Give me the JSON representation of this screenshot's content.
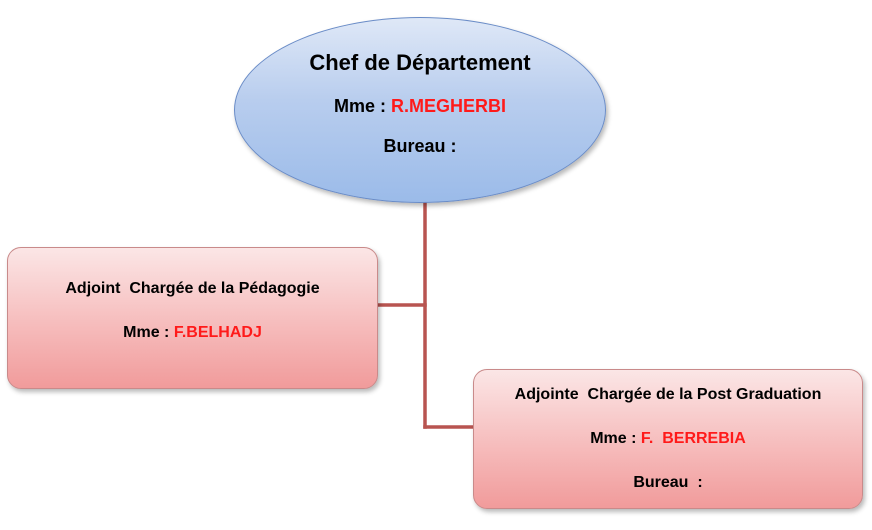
{
  "chef": {
    "title": "Chef de Département",
    "name_prefix": "Mme : ",
    "name_initial": "R.",
    "name": "MEGHERBI",
    "bureau": "Bureau :"
  },
  "adjoint_pedagogie": {
    "title": "Adjoint  Chargée de la Pédagogie",
    "name_prefix": "Mme : ",
    "name": "F.BELHADJ"
  },
  "adjointe_post_graduation": {
    "title": "Adjointe  Chargée de la Post Graduation",
    "name_prefix": "Mme : ",
    "name": "F.  BERREBIA",
    "bureau": "Bureau  :"
  },
  "colors": {
    "connector": "#b85450",
    "ellipse_fill": "#b8cdee",
    "box_fill": "#f6bcbc",
    "name_text": "#ff1a1a"
  }
}
